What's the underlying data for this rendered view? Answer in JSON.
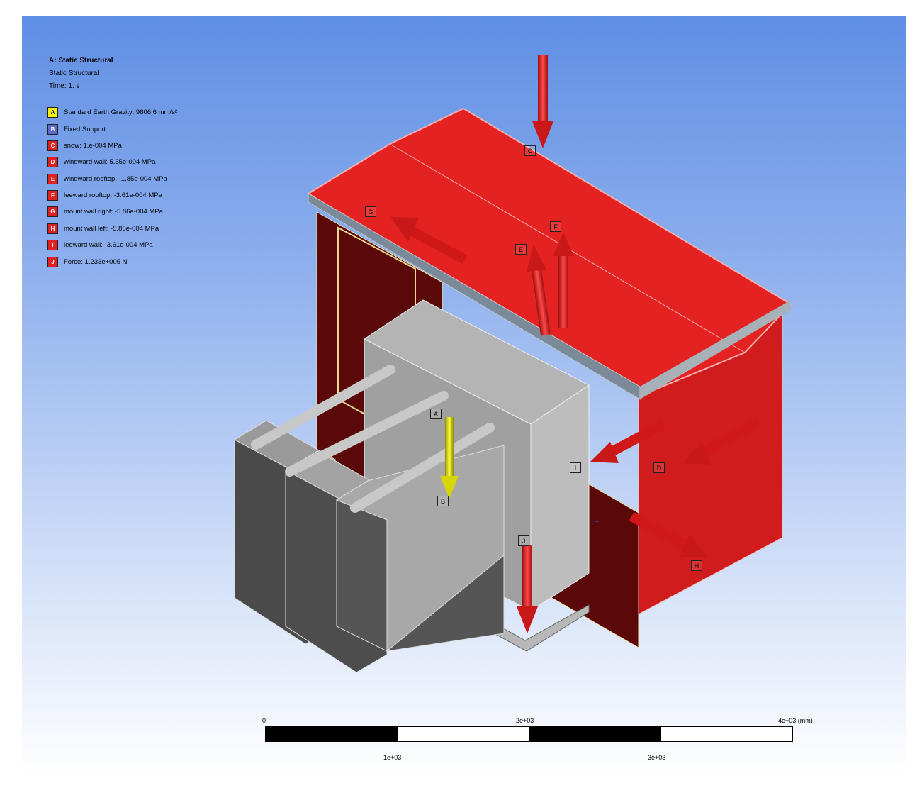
{
  "analysis": {
    "title": "A: Static Structural",
    "subtitle": "Static Structural",
    "time": "Time: 1. s"
  },
  "legend": [
    {
      "key": "A",
      "text": "Standard Earth Gravity: 9806.6 mm/s²",
      "color": "#f2f20a"
    },
    {
      "key": "B",
      "text": "Fixed Support",
      "color": "#5f6ad1"
    },
    {
      "key": "C",
      "text": "snow: 1.e-004 MPa",
      "color": "#e02020"
    },
    {
      "key": "D",
      "text": "windward wall: 5.35e-004 MPa",
      "color": "#e02020"
    },
    {
      "key": "E",
      "text": "windward rooftop: -1.85e-004 MPa",
      "color": "#e02020"
    },
    {
      "key": "F",
      "text": "leeward rooftop: -3.61e-004 MPa",
      "color": "#e02020"
    },
    {
      "key": "G",
      "text": "mount wall right: -5.86e-004 MPa",
      "color": "#e02020"
    },
    {
      "key": "H",
      "text": "mount wall left: -5.86e-004 MPa",
      "color": "#e02020"
    },
    {
      "key": "I",
      "text": "leeward wall: -3.61e-004 MPa",
      "color": "#e02020"
    },
    {
      "key": "J",
      "text": "Force: 1.233e+005 N",
      "color": "#e02020"
    }
  ],
  "tags": {
    "snow": "C",
    "mount_left": "G",
    "windward_roof": "E",
    "leeward_roof": "F",
    "gravity": "A",
    "fixed_support": "B",
    "force": "J",
    "leeward_wall": "I",
    "windward_wall": "D",
    "mount_right": "H"
  },
  "scale_bar": {
    "label_0": "0",
    "label_2": "2e+03",
    "label_4": "4e+03 (mm)",
    "label_1": "1e+03",
    "label_3": "3e+03"
  },
  "colors": {
    "load_red": "#e02020",
    "gravity_yellow": "#f2f20a",
    "support_blue": "#5f6ad1"
  }
}
